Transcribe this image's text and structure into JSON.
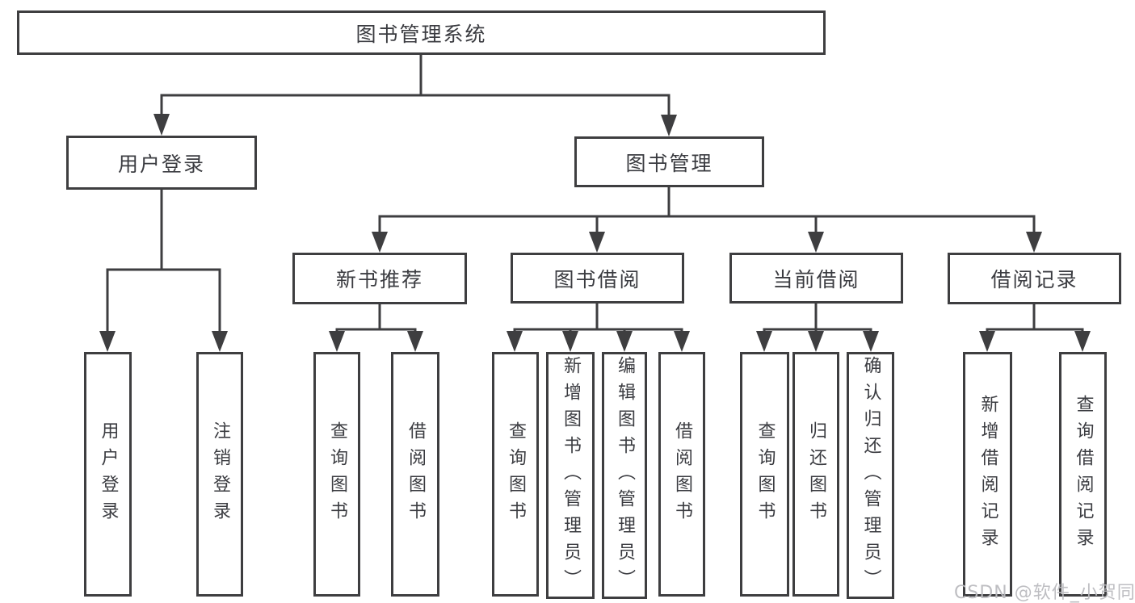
{
  "diagram": {
    "root": {
      "label": "图书管理系统"
    },
    "branches": [
      {
        "label": "用户登录",
        "children": [
          {
            "label": "用户登录"
          },
          {
            "label": "注销登录"
          }
        ]
      },
      {
        "label": "图书管理",
        "children": [
          {
            "label": "新书推荐",
            "children": [
              {
                "label": "查询图书"
              },
              {
                "label": "借阅图书"
              }
            ]
          },
          {
            "label": "图书借阅",
            "children": [
              {
                "label": "查询图书"
              },
              {
                "label": "新增图书（管理员）"
              },
              {
                "label": "编辑图书（管理员）"
              },
              {
                "label": "借阅图书"
              }
            ]
          },
          {
            "label": "当前借阅",
            "children": [
              {
                "label": "查询图书"
              },
              {
                "label": "归还图书"
              },
              {
                "label": "确认归还（管理员）"
              }
            ]
          },
          {
            "label": "借阅记录",
            "children": [
              {
                "label": "新增借阅记录"
              },
              {
                "label": "查询借阅记录"
              }
            ]
          }
        ]
      }
    ],
    "watermark": "CSDN @软件_小贺同学",
    "colors": {
      "line": "#3e3e40",
      "text": "#3b3c41",
      "background": "#ffffff",
      "watermark": "#babbbf"
    }
  }
}
